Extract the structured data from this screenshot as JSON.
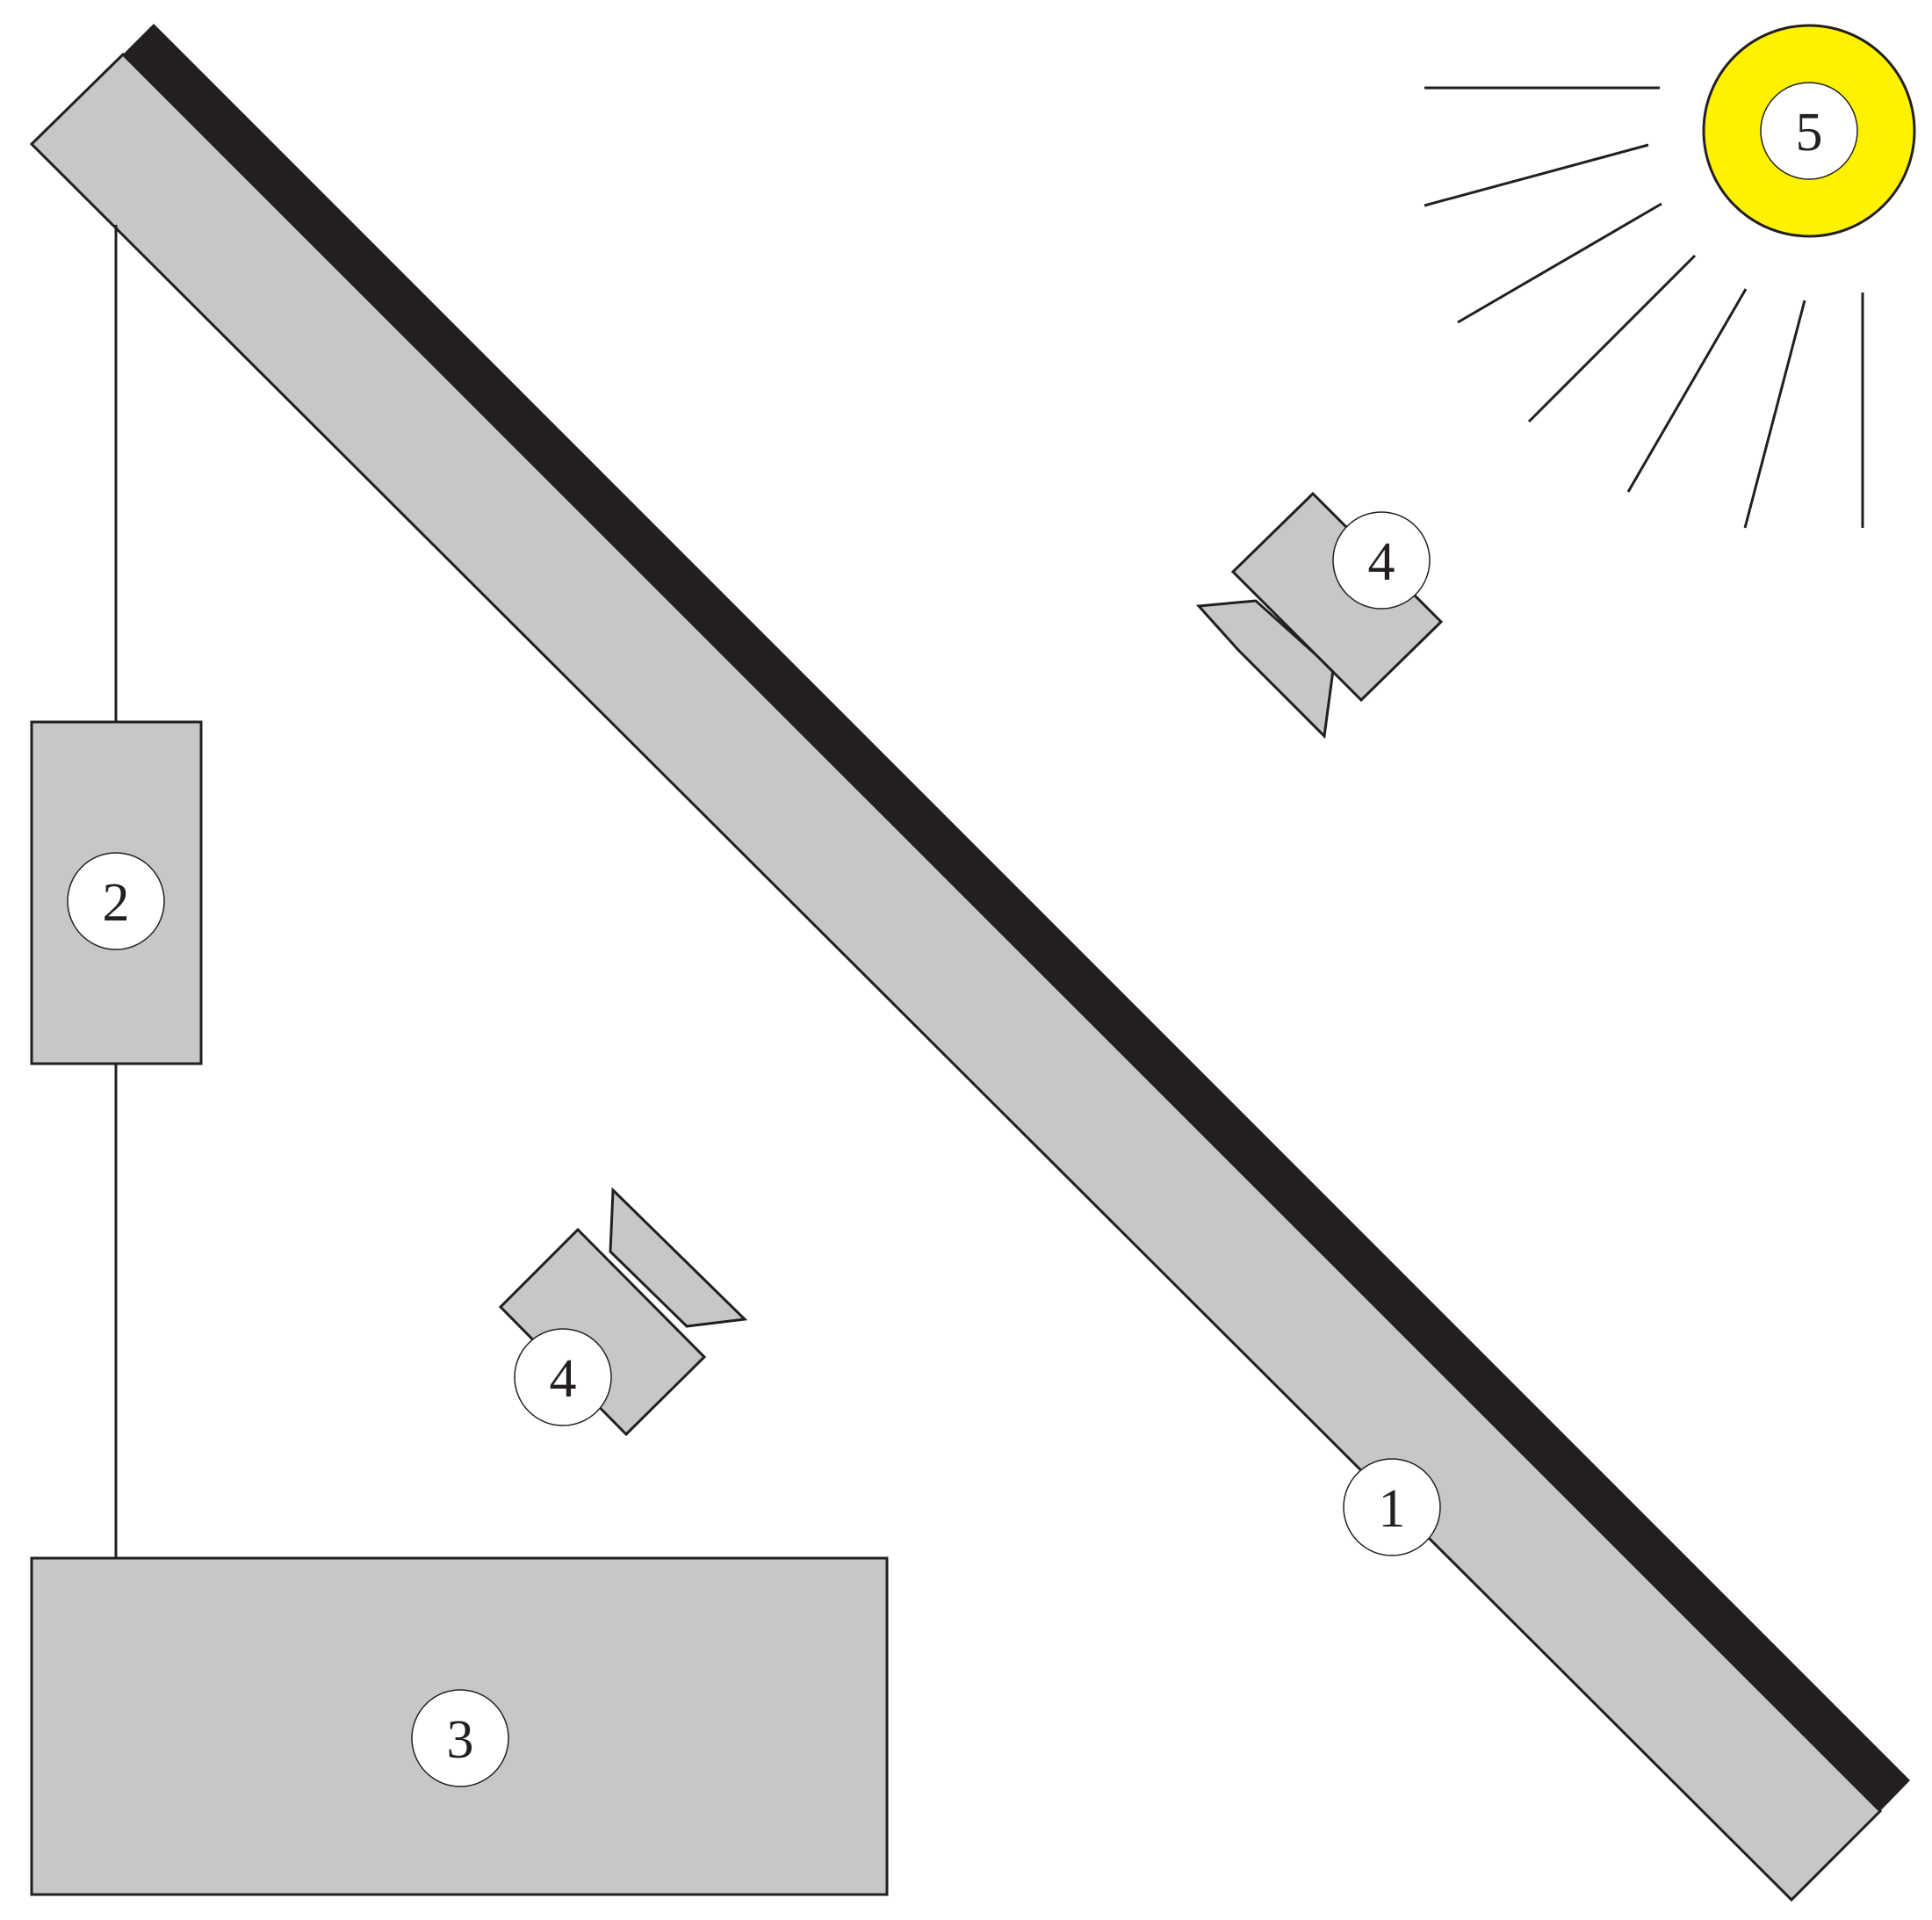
{
  "labels": {
    "panel": "1",
    "controller": "2",
    "storage": "3",
    "camera_upper": "4",
    "camera_lower": "4",
    "sun": "5"
  },
  "colors": {
    "component_fill": "#c6c8c7",
    "outline": "#231f20",
    "absorber_strip": "#231f20",
    "sun_fill": "#fff200",
    "label_background": "#ffffff"
  }
}
